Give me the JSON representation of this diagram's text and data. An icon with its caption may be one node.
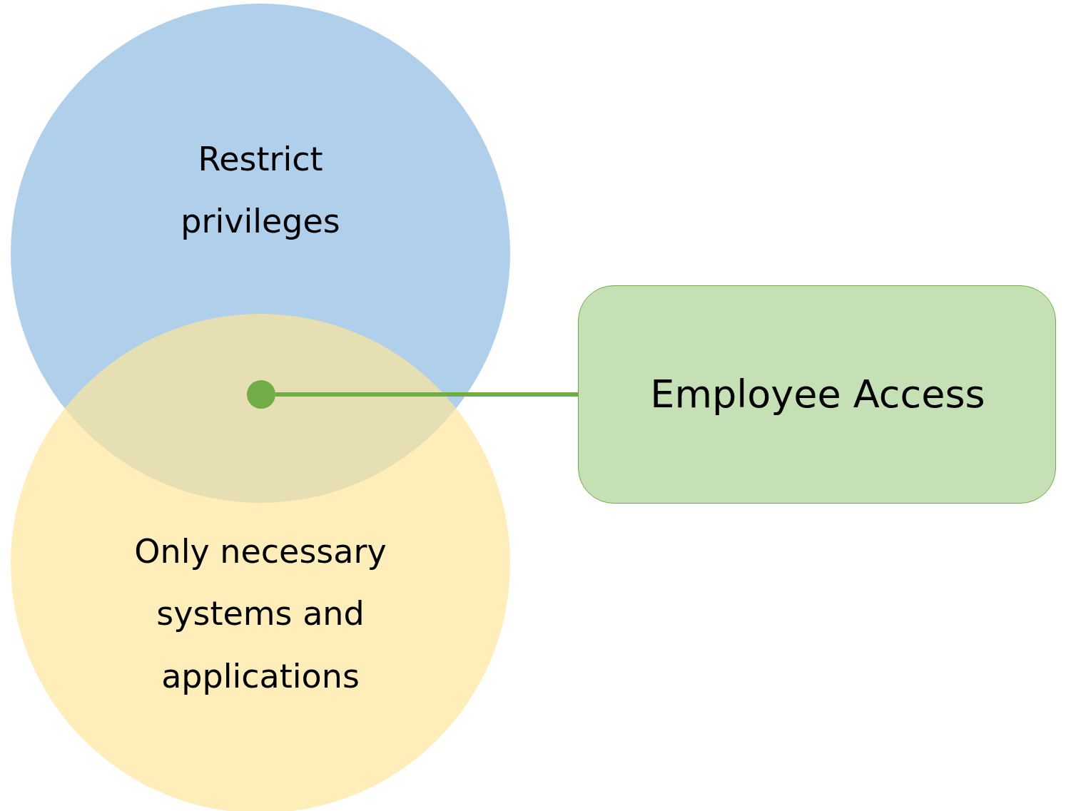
{
  "diagram": {
    "nodes": [
      {
        "text": [
          "Restrict privileges"
        ]
      },
      {
        "text": [
          "Only necessary systems and applications"
        ]
      },
      {
        "text": [],
        "shape": "circle"
      },
      {
        "text": [
          "Employee Access"
        ]
      }
    ],
    "edges": [
      {
        "from": 3,
        "to": 2,
        "arrow": "none"
      }
    ]
  }
}
